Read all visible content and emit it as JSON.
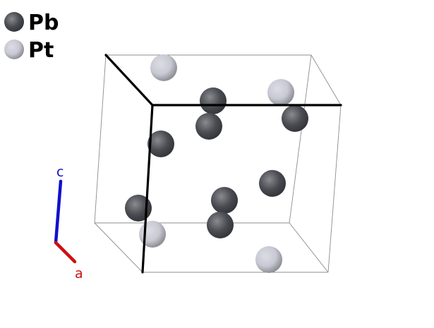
{
  "legend": [
    {
      "symbol": "Pb",
      "color": "#4a4c52"
    },
    {
      "symbol": "Pt",
      "color": "#c9c9d4"
    }
  ],
  "axes": {
    "c": {
      "label": "c",
      "color": "#1010cc"
    },
    "a": {
      "label": "a",
      "color": "#cc1010"
    }
  },
  "atoms": [
    {
      "element": "Pt"
    },
    {
      "element": "Pt"
    },
    {
      "element": "Pb"
    },
    {
      "element": "Pb"
    },
    {
      "element": "Pb"
    },
    {
      "element": "Pb"
    },
    {
      "element": "Pb"
    },
    {
      "element": "Pb"
    },
    {
      "element": "Pb"
    },
    {
      "element": "Pb"
    },
    {
      "element": "Pt"
    },
    {
      "element": "Pt"
    }
  ]
}
